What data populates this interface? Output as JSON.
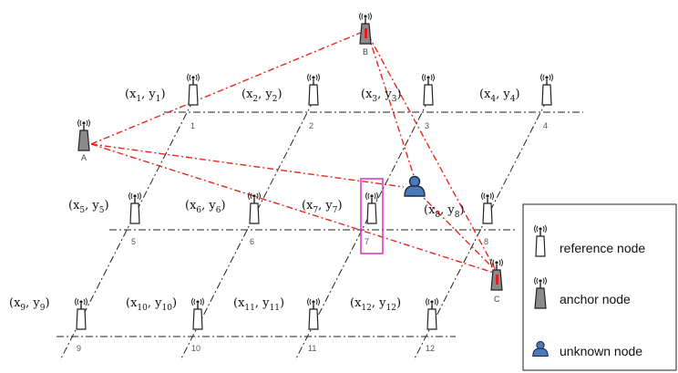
{
  "reference_nodes": [
    {
      "id": "1",
      "coord": [
        "x",
        "1",
        "y",
        "1"
      ]
    },
    {
      "id": "2",
      "coord": [
        "x",
        "2",
        "y",
        "2"
      ]
    },
    {
      "id": "3",
      "coord": [
        "x",
        "3",
        "y",
        "3"
      ]
    },
    {
      "id": "4",
      "coord": [
        "x",
        "4",
        "y",
        "4"
      ]
    },
    {
      "id": "5",
      "coord": [
        "x",
        "5",
        "y",
        "5"
      ]
    },
    {
      "id": "6",
      "coord": [
        "x",
        "6",
        "y",
        "6"
      ]
    },
    {
      "id": "7",
      "coord": [
        "x",
        "7",
        "y",
        "7"
      ]
    },
    {
      "id": "8",
      "coord": [
        "x",
        "8",
        "y",
        "8"
      ]
    },
    {
      "id": "9",
      "coord": [
        "x",
        "9",
        "y",
        "9"
      ]
    },
    {
      "id": "10",
      "coord": [
        "x",
        "10",
        "y",
        "10"
      ]
    },
    {
      "id": "11",
      "coord": [
        "x",
        "11",
        "y",
        "11"
      ]
    },
    {
      "id": "12",
      "coord": [
        "x",
        "12",
        "y",
        "12"
      ]
    }
  ],
  "anchor_nodes": [
    {
      "id": "A"
    },
    {
      "id": "B"
    },
    {
      "id": "C"
    }
  ],
  "legend": {
    "reference": "reference node",
    "anchor": "anchor node",
    "unknown": "unknown node"
  },
  "colors": {
    "signal_line": "#e8281e",
    "grid_line": "#222222",
    "highlight_box": "#e030c8",
    "reference_fill": "#ffffff",
    "anchor_fill": "#8a8a8a",
    "anchor_red": "#e02020",
    "user_fill": "#5a8cc8"
  }
}
